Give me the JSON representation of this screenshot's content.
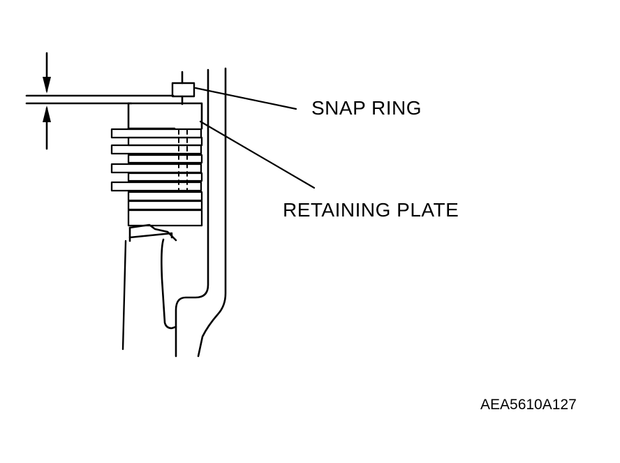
{
  "labels": {
    "snap_ring": "SNAP RING",
    "retaining_plate": "RETAINING PLATE"
  },
  "figure_id": "AEA5610A127",
  "colors": {
    "ink": "#000000",
    "paper": "#ffffff"
  }
}
